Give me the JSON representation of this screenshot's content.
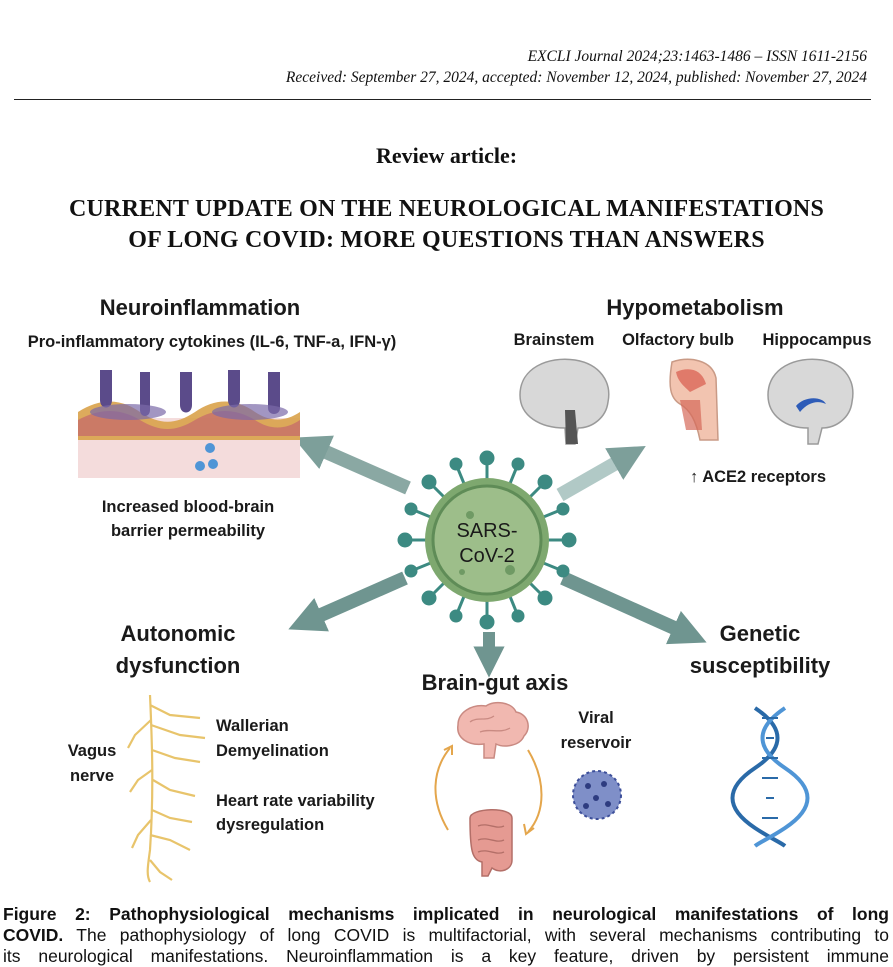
{
  "header": {
    "journal_line": "EXCLI Journal 2024;23:1463-1486 – ISSN 1611-2156",
    "dates_line": "Received: September 27, 2024, accepted: November 12, 2024, published: November 27, 2024"
  },
  "article": {
    "type": "Review article:",
    "title_line1": "CURRENT UPDATE ON THE NEUROLOGICAL MANIFESTATIONS",
    "title_line2": "OF LONG COVID: MORE QUESTIONS THAN ANSWERS"
  },
  "figure": {
    "center": {
      "line1": "SARS-",
      "line2": "CoV-2"
    },
    "neuroinflammation": {
      "title": "Neuroinflammation",
      "subtitle": "Pro-inflammatory cytokines (IL-6, TNF-a, IFN-γ)",
      "note_line1": "Increased blood-brain",
      "note_line2": "barrier permeability"
    },
    "hypometabolism": {
      "title": "Hypometabolism",
      "regions": [
        "Brainstem",
        "Olfactory bulb",
        "Hippocampus"
      ],
      "note": "↑ ACE2 receptors"
    },
    "autonomic": {
      "title_line1": "Autonomic",
      "title_line2": "dysfunction",
      "vagus_line1": "Vagus",
      "vagus_line2": "nerve",
      "item1_line1": "Wallerian",
      "item1_line2": "Demyelination",
      "item2_line1": "Heart rate variability",
      "item2_line2": "dysregulation"
    },
    "brain_gut": {
      "title": "Brain-gut axis",
      "viral_line1": "Viral",
      "viral_line2": "reservoir"
    },
    "genetic": {
      "title_line1": "Genetic",
      "title_line2": "susceptibility"
    },
    "colors": {
      "arrow": "#6f9590",
      "virus_body": "#8fb07f",
      "virus_spike": "#3c8a82",
      "membrane": "#d9a24a",
      "vessel": "#5b4b8a",
      "dna": "#2a6aa8",
      "nerve": "#e8c46b"
    }
  },
  "caption": {
    "label": "Figure 2: Pathophysiological mechanisms implicated in neurological manifestations of long",
    "label_end": "COVID.",
    "line2_rest": " The pathophysiology of long COVID is multifactorial, with several mechanisms contributing to",
    "line3": "its neurological manifestations. Neuroinflammation is a key feature, driven by persistent immune"
  }
}
